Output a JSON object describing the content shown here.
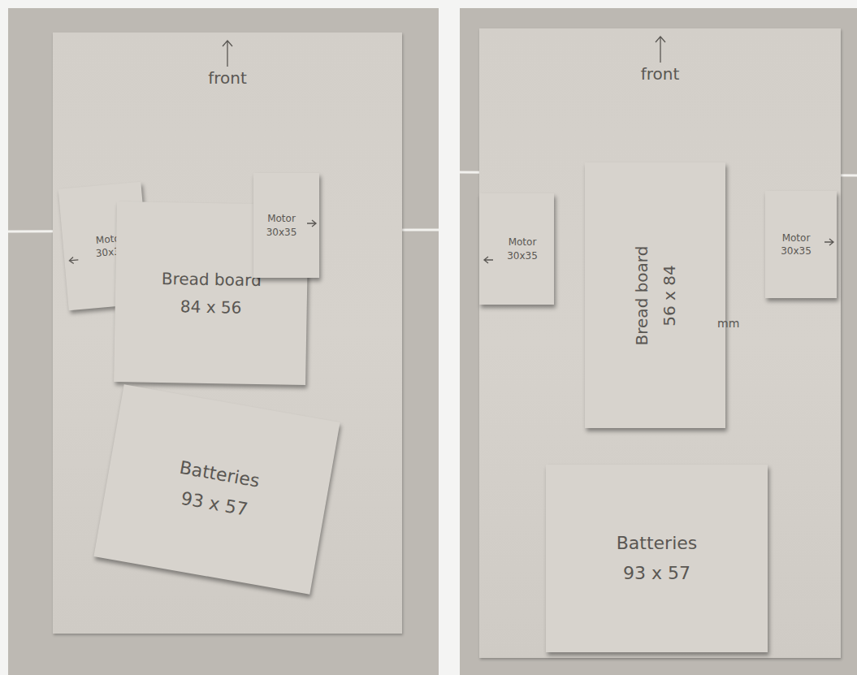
{
  "diagram": {
    "nodes": [
      {
        "text": [
          "front"
        ]
      },
      {
        "text": [
          "Motor",
          "30x35"
        ],
        "in": 0
      },
      {
        "text": [
          "Bread board",
          "84 x 56"
        ],
        "in": 0
      },
      {
        "text": [
          "Motor",
          "30x35"
        ],
        "in": 0
      },
      {
        "text": [
          "Batteries",
          "93 x 57"
        ],
        "in": 0
      },
      {
        "text": [
          "front"
        ]
      },
      {
        "text": [
          "Motor",
          "30x35"
        ],
        "in": 5
      },
      {
        "text": [
          "Bread board",
          "56 x 84"
        ],
        "in": 5
      },
      {
        "text": [
          "Motor",
          "30x35"
        ],
        "in": 5
      },
      {
        "text": [
          "Batteries",
          "93 x 57"
        ],
        "in": 5
      }
    ],
    "labels": [
      "mm"
    ]
  }
}
